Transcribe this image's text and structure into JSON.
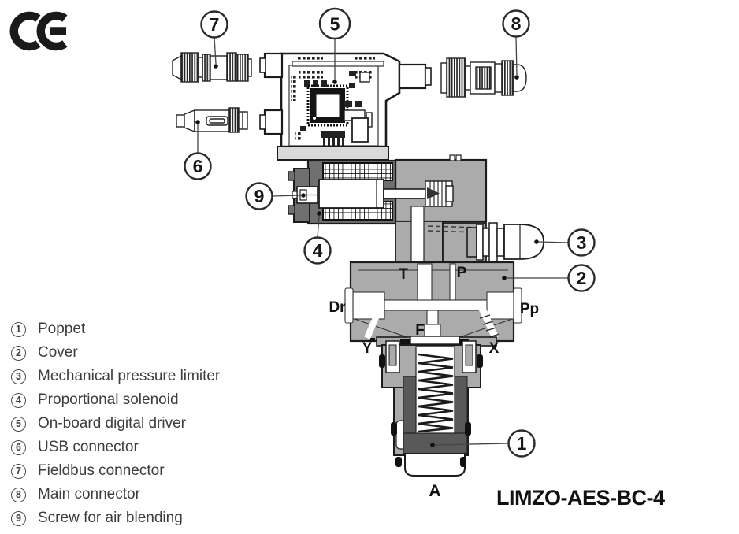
{
  "figure": {
    "ce_mark": "CE",
    "model": "LIMZO-AES-BC-4"
  },
  "legend": {
    "items": [
      {
        "num": "1",
        "label": "Poppet"
      },
      {
        "num": "2",
        "label": "Cover"
      },
      {
        "num": "3",
        "label": "Mechanical pressure limiter"
      },
      {
        "num": "4",
        "label": "Proportional solenoid"
      },
      {
        "num": "5",
        "label": "On-board digital driver"
      },
      {
        "num": "6",
        "label": "USB connector"
      },
      {
        "num": "7",
        "label": "Fieldbus connector"
      },
      {
        "num": "8",
        "label": "Main connector"
      },
      {
        "num": "9",
        "label": "Screw for air blending"
      }
    ]
  },
  "callouts": {
    "n1": "1",
    "n2": "2",
    "n3": "3",
    "n4": "4",
    "n5": "5",
    "n6": "6",
    "n7": "7",
    "n8": "8",
    "n9": "9"
  },
  "ports": {
    "t": "T",
    "p": "P",
    "dr": "Dr",
    "pp": "Pp",
    "f": "F",
    "y": "Y",
    "x": "X",
    "a": "A"
  },
  "colors": {
    "body_gray": "#ababab",
    "solenoid_gray": "#707070",
    "cup_dark": "#595959",
    "plate_gray": "#d9d9d9",
    "outline": "#1c1c1c",
    "background": "#ffffff"
  }
}
